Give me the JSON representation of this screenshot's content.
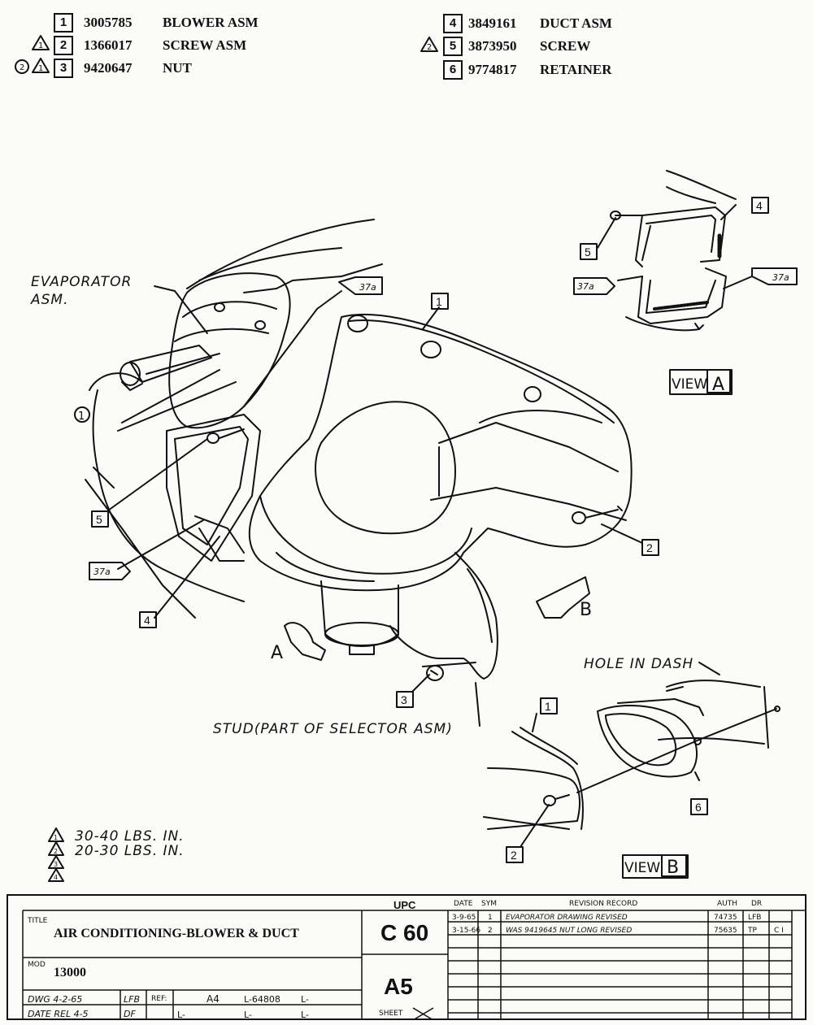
{
  "parts_left": [
    {
      "num": "1",
      "part": "3005785",
      "name": "BLOWER ASM",
      "flags": ""
    },
    {
      "num": "2",
      "part": "1366017",
      "name": "SCREW ASM",
      "flags": "1"
    },
    {
      "num": "3",
      "part": "9420647",
      "name": "NUT",
      "flags": "2 1"
    }
  ],
  "parts_right": [
    {
      "num": "4",
      "part": "3849161",
      "name": "DUCT ASM",
      "flags": ""
    },
    {
      "num": "5",
      "part": "3873950",
      "name": "SCREW",
      "flags": "2"
    },
    {
      "num": "6",
      "part": "9774817",
      "name": "RETAINER",
      "flags": ""
    }
  ],
  "labels": {
    "evaporator": "EVAPORATOR",
    "asm": "ASM.",
    "circle1": "1",
    "hole_in_dash": "HOLE IN DASH",
    "stud": "STUD(PART OF SELECTOR ASM)",
    "view_a_word": "VIEW",
    "view_a_letter": "A",
    "view_b_word": "VIEW",
    "view_b_letter": "B",
    "a_letter": "A",
    "b_letter": "B",
    "tag37a": "37a",
    "c1": "1",
    "c2": "2",
    "c3": "3",
    "c4": "4",
    "c5": "5",
    "c6": "6"
  },
  "torque": [
    {
      "tri": "1",
      "text": "30-40 LBS. IN."
    },
    {
      "tri": "2",
      "text": "20-30 LBS. IN."
    },
    {
      "tri": "3",
      "text": ""
    },
    {
      "tri": "4",
      "text": ""
    }
  ],
  "title_block": {
    "title_side": "TITLE",
    "title": "AIR CONDITIONING-BLOWER & DUCT",
    "mod_side": "MOD",
    "mod": "13000",
    "upc_header": "UPC",
    "upc": "C 60",
    "sheet_code": "A5",
    "dwg": "DWG 4-2-65",
    "dwg_init": "LFB",
    "date_rel": "DATE REL 4-5",
    "date_init": "DF",
    "ref_label": "REF:",
    "ref_code": "A4",
    "ref_num": "L-64808",
    "ref_l1": "L-",
    "ref_l2": "L-",
    "ref_l3": "L-",
    "ref_l4": "L-",
    "sheet_label": "SHEET",
    "rev_headers": {
      "date": "DATE",
      "sym": "SYM",
      "record": "REVISION RECORD",
      "auth": "AUTH",
      "dr": "DR"
    },
    "revisions": [
      {
        "date": "3-9-65",
        "sym": "1",
        "record": "EVAPORATOR DRAWING REVISED",
        "auth": "74735",
        "dr": "LFB",
        "ck": ""
      },
      {
        "date": "3-15-66",
        "sym": "2",
        "record": "WAS 9419645 NUT LONG REVISED",
        "auth": "75635",
        "dr": "TP",
        "ck": "C I"
      }
    ]
  }
}
